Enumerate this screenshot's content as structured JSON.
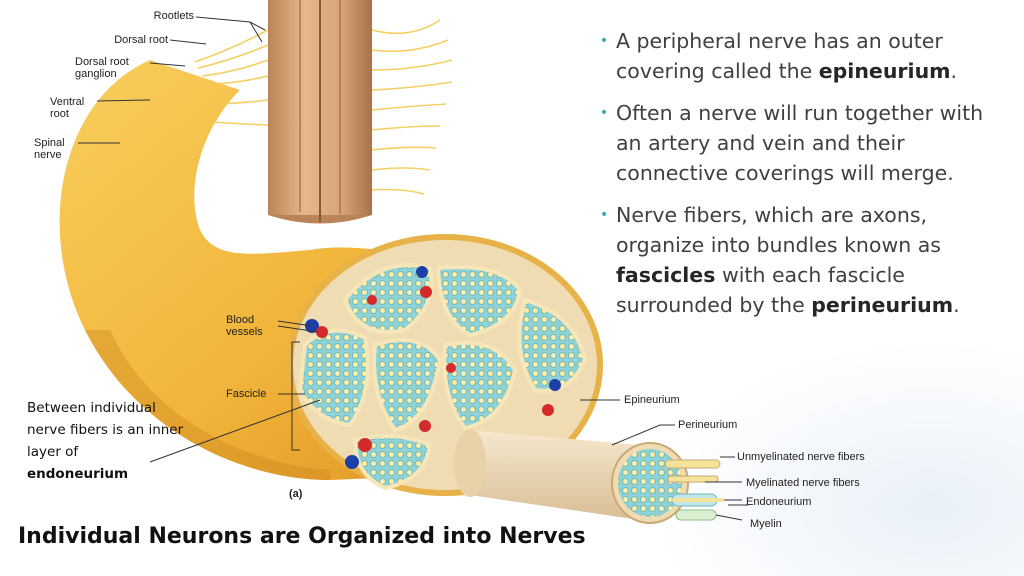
{
  "title": "Individual Neurons are Organized into Nerves",
  "figure_tag": "(a)",
  "labels": {
    "rootlets": "Rootlets",
    "dorsal_root": "Dorsal root",
    "dorsal_root_ganglion_1": "Dorsal root",
    "dorsal_root_ganglion_2": "ganglion",
    "ventral_root_1": "Ventral",
    "ventral_root_2": "root",
    "spinal_nerve_1": "Spinal",
    "spinal_nerve_2": "nerve",
    "blood_vessels_1": "Blood",
    "blood_vessels_2": "vessels",
    "fascicle": "Fascicle",
    "epineurium": "Epineurium",
    "perineurium": "Perineurium",
    "unmyelinated": "Unmyelinated nerve fibers",
    "myelinated": "Myelinated nerve fibers",
    "endoneurium": "Endoneurium",
    "myelin": "Myelin"
  },
  "note": {
    "text": "Between individual nerve fibers is an inner layer of",
    "bold": "endoneurium"
  },
  "bullets": [
    {
      "pre": "A peripheral nerve has an outer covering called the ",
      "bold": "epineurium",
      "post": ".",
      "bold2": "",
      "post2": ""
    },
    {
      "pre": "Often a nerve will run together with an artery and vein and their connective coverings will merge.",
      "bold": "",
      "post": "",
      "bold2": "",
      "post2": ""
    },
    {
      "pre": "Nerve fibers, which are axons, organize into bundles known as ",
      "bold": "fascicles",
      "post": " with each fascicle surrounded by the ",
      "bold2": "perineurium",
      "post2": "."
    }
  ],
  "colors": {
    "nerve": "#f2b43a",
    "nerve_dark": "#d98f1e",
    "cord": "#d9a47a",
    "fascicle_fill": "#8fd2d8",
    "fascicle_border": "#f6e6b8",
    "sheath": "#ead2a8",
    "artery": "#d42a2a",
    "vein": "#1d3fa8",
    "bullet_accent": "#3aa8b8"
  }
}
